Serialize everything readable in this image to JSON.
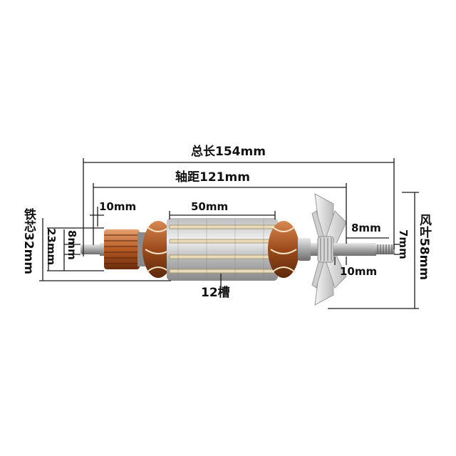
{
  "labels": {
    "total_length": "总长154mm",
    "axle_distance": "轴距121mm",
    "core_length": "50mm",
    "commutator_length": "10mm",
    "shaft_left_dia": "8mm",
    "commutator_dia": "23mm",
    "core_dia": "铁芯32mm",
    "slots": "12槽",
    "shaft_right_dia": "8mm",
    "shaft_right_length": "10mm",
    "thread_dia": "7mm",
    "fan_dia": "风叶58mm"
  },
  "colors": {
    "dimension_line": "#1a1a1a",
    "core_steel": "#c9c9c9",
    "copper_winding": "#b8642e",
    "commutator": "#c46a32",
    "shaft": "#9a9a9a",
    "fan": "#dcdcdc"
  }
}
